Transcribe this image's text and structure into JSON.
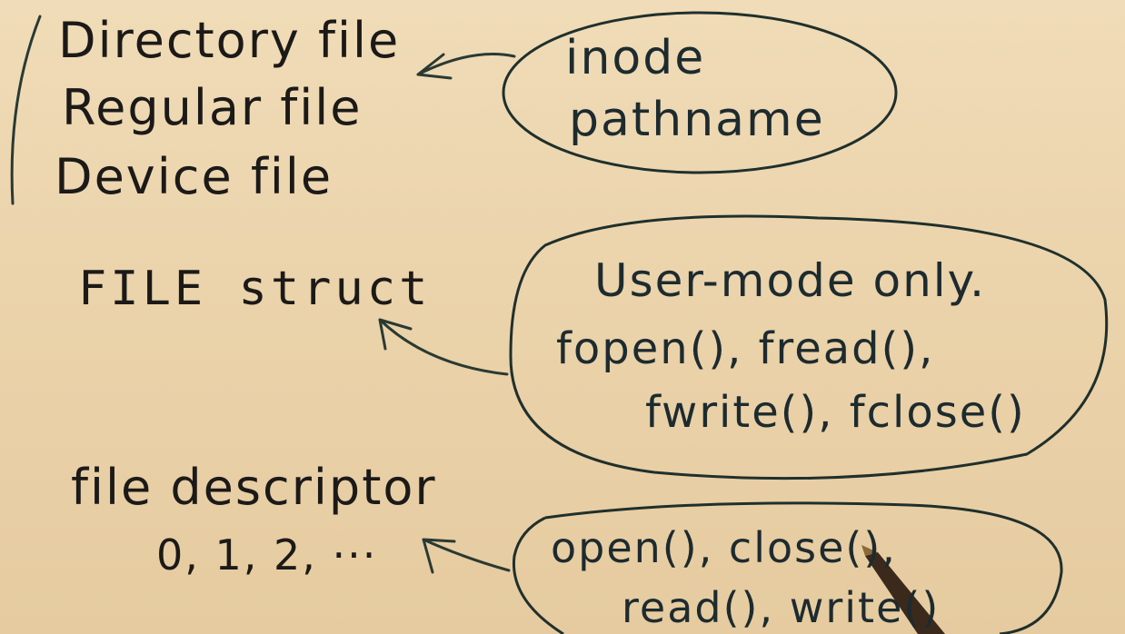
{
  "file_types": [
    "Directory file",
    "Regular file",
    "Device file"
  ],
  "bubble_inode": {
    "line1": "inode",
    "line2": "pathname"
  },
  "file_struct_label": "FILE struct",
  "bubble_user": {
    "line1": "User-mode only.",
    "line2": "fopen(), fread(),",
    "line3": "fwrite(), fclose()"
  },
  "fd_label": "file descriptor",
  "fd_numbers": "0, 1, 2, ···",
  "bubble_syscalls": {
    "line1": "open(), close(),",
    "line2": "read(), write()"
  },
  "colors": {
    "paper": "#ead3ad",
    "ink": "#1c1a18",
    "marker": "#1f302c"
  }
}
